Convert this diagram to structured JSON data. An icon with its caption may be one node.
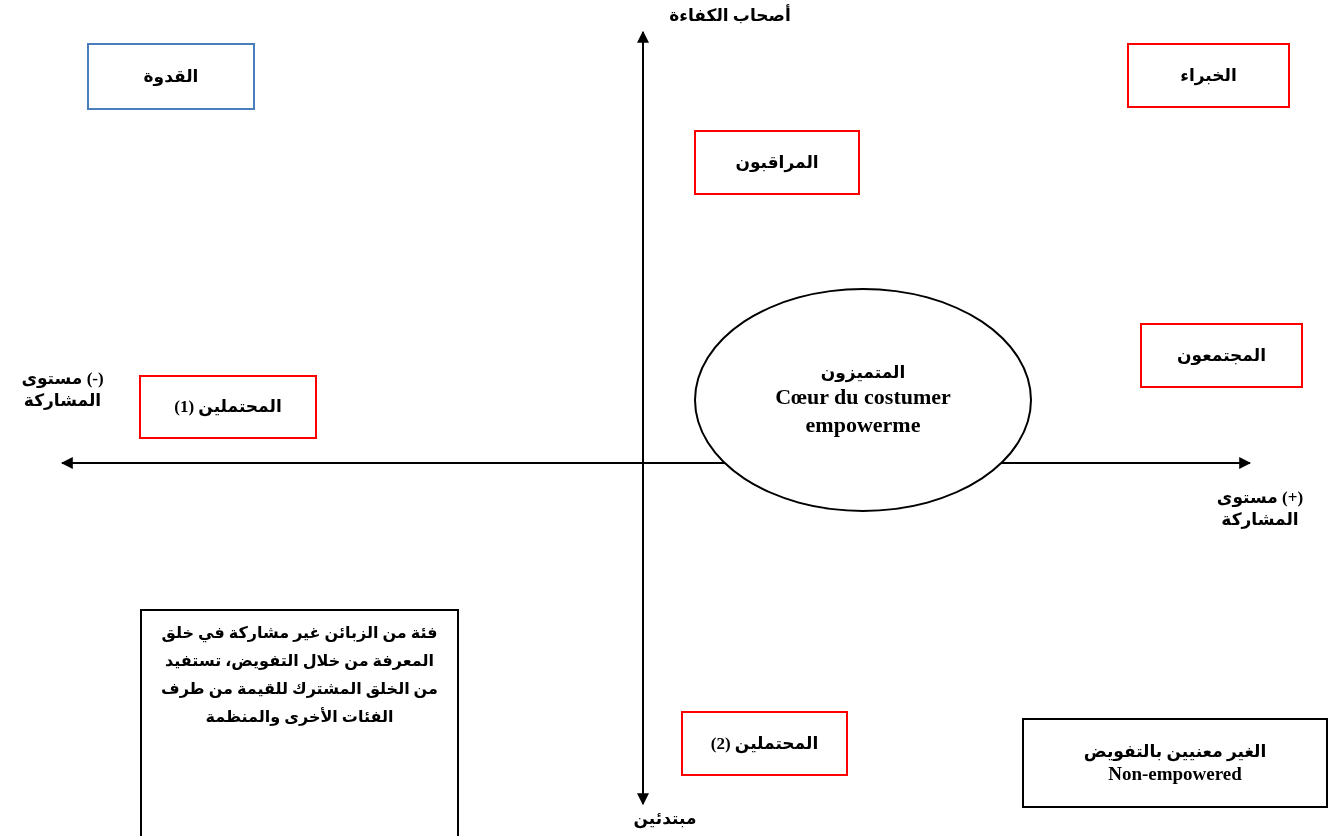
{
  "diagram": {
    "nodes": [
      {
        "text": [
          "القدوة"
        ]
      },
      {
        "text": [
          "الخبراء"
        ]
      },
      {
        "text": [
          "المراقبون"
        ]
      },
      {
        "text": [
          "المتميزون",
          "Cœur du costumer empowerme"
        ]
      },
      {
        "text": [
          "المجتمعون"
        ]
      },
      {
        "text": [
          "المحتملين (1)"
        ]
      },
      {
        "text": [
          "فئة من الزبائن غير مشاركة في خلق المعرفة من خلال التفويض، تستفيد من الخلق المشترك للقيمة من طرف الفئات الأخرى والمنظمة"
        ]
      },
      {
        "text": [
          "المحتملين (2)"
        ]
      },
      {
        "text": [
          "الغير معنيين بالتفويض",
          "Non-empowered"
        ]
      }
    ],
    "labels": [
      "أصحاب الكفاءة",
      "(-) مستوى المشاركة",
      "(+) مستوى المشاركة",
      "مبتدئين"
    ]
  }
}
